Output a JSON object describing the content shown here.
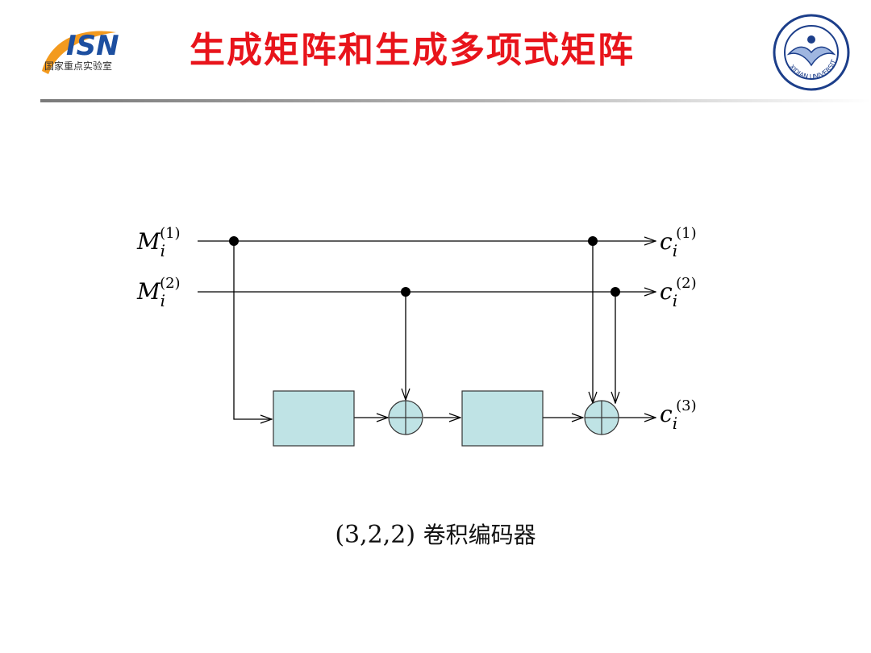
{
  "slide": {
    "title": "生成矩阵和生成多项式矩阵",
    "logo_left": {
      "brand": "ISN",
      "lab_name": "国家重点实验室"
    },
    "seal": {
      "text": "XIDIAN UNIVERSITY"
    }
  },
  "diagram": {
    "inputs": [
      {
        "main": "M",
        "sub": "i",
        "sup": "(1)"
      },
      {
        "main": "M",
        "sub": "i",
        "sup": "(2)"
      }
    ],
    "outputs": [
      {
        "main": "c",
        "sub": "i",
        "sup": "(1)"
      },
      {
        "main": "c",
        "sub": "i",
        "sup": "(2)"
      },
      {
        "main": "c",
        "sub": "i",
        "sup": "(3)"
      }
    ],
    "colors": {
      "register_fill": "#bfe3e5",
      "adder_fill": "#bfe3e5",
      "line": "#000000"
    }
  },
  "caption": {
    "params": "(3,2,2)",
    "label": "卷积编码器"
  }
}
